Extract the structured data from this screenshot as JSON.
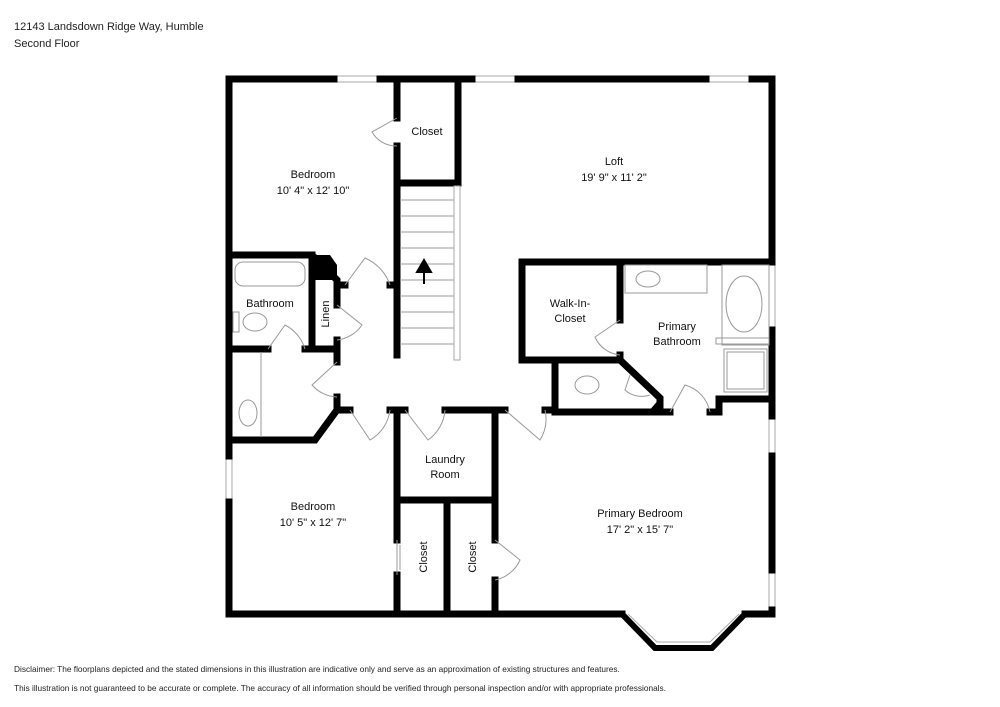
{
  "header": {
    "address": "12143 Landsdown Ridge Way, Humble",
    "floor": "Second Floor"
  },
  "rooms": {
    "bedroom1": {
      "name": "Bedroom",
      "dims": "10' 4\" x 12' 10\""
    },
    "closet_top": {
      "name": "Closet"
    },
    "loft": {
      "name": "Loft",
      "dims": "19' 9\" x 11' 2\""
    },
    "bathroom": {
      "name": "Bathroom"
    },
    "linen": {
      "name": "Linen"
    },
    "walkin": {
      "line1": "Walk-In-",
      "line2": "Closet"
    },
    "primary_bath": {
      "line1": "Primary",
      "line2": "Bathroom"
    },
    "laundry": {
      "line1": "Laundry",
      "line2": "Room"
    },
    "bedroom2": {
      "name": "Bedroom",
      "dims": "10' 5\" x 12' 7\""
    },
    "closet_a": {
      "name": "Closet"
    },
    "closet_b": {
      "name": "Closet"
    },
    "primary_bedroom": {
      "name": "Primary Bedroom",
      "dims": "17' 2\" x 15' 7\""
    }
  },
  "disclaimer": {
    "line1": "Disclaimer: The floorplans depicted and the stated dimensions in this illustration are indicative only and serve as an approximation of existing structures and features.",
    "line2": "This illustration is not guaranteed to be accurate or complete. The accuracy of all information should be verified through personal inspection and/or with appropriate professionals."
  }
}
